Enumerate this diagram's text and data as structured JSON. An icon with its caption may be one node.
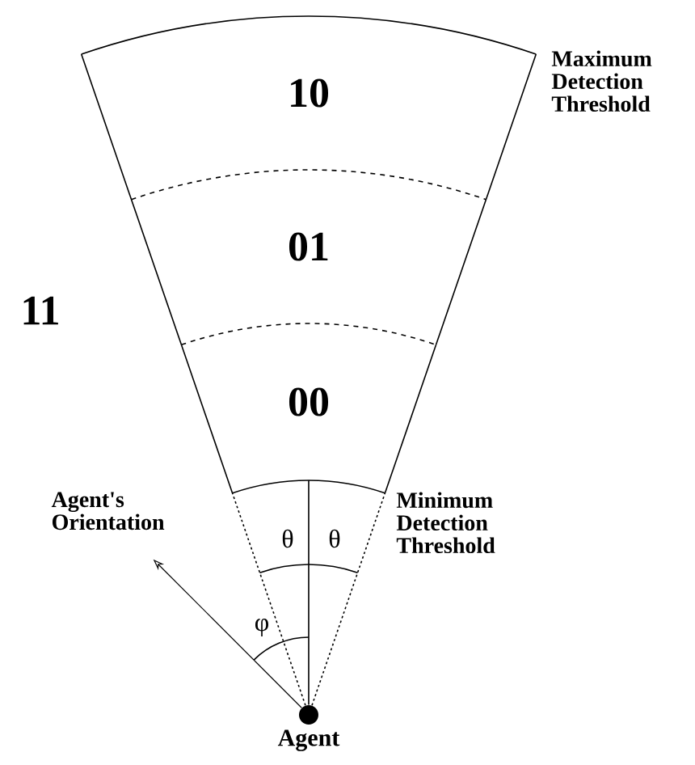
{
  "diagram": {
    "nodes": [
      {
        "text": [
          "10"
        ]
      },
      {
        "text": [
          "01"
        ]
      },
      {
        "text": [
          "00"
        ]
      },
      {
        "text": [],
        "shape": "circle",
        "beside": [
          "Agent"
        ]
      }
    ],
    "edges": [
      {
        "from": 3,
        "to": null,
        "arrow": "to"
      },
      {
        "from": 3,
        "to": 2,
        "arrow": "none"
      },
      {
        "from": 3,
        "to": 2,
        "arrow": "none",
        "style": "dashed"
      },
      {
        "from": 3,
        "to": 2,
        "arrow": "none",
        "style": "dashed"
      }
    ],
    "labels": [
      "Maximum Detection Threshold",
      "11",
      "Agent's Orientation",
      "Minimum Detection Threshold",
      "θ",
      "θ",
      "φ"
    ]
  }
}
